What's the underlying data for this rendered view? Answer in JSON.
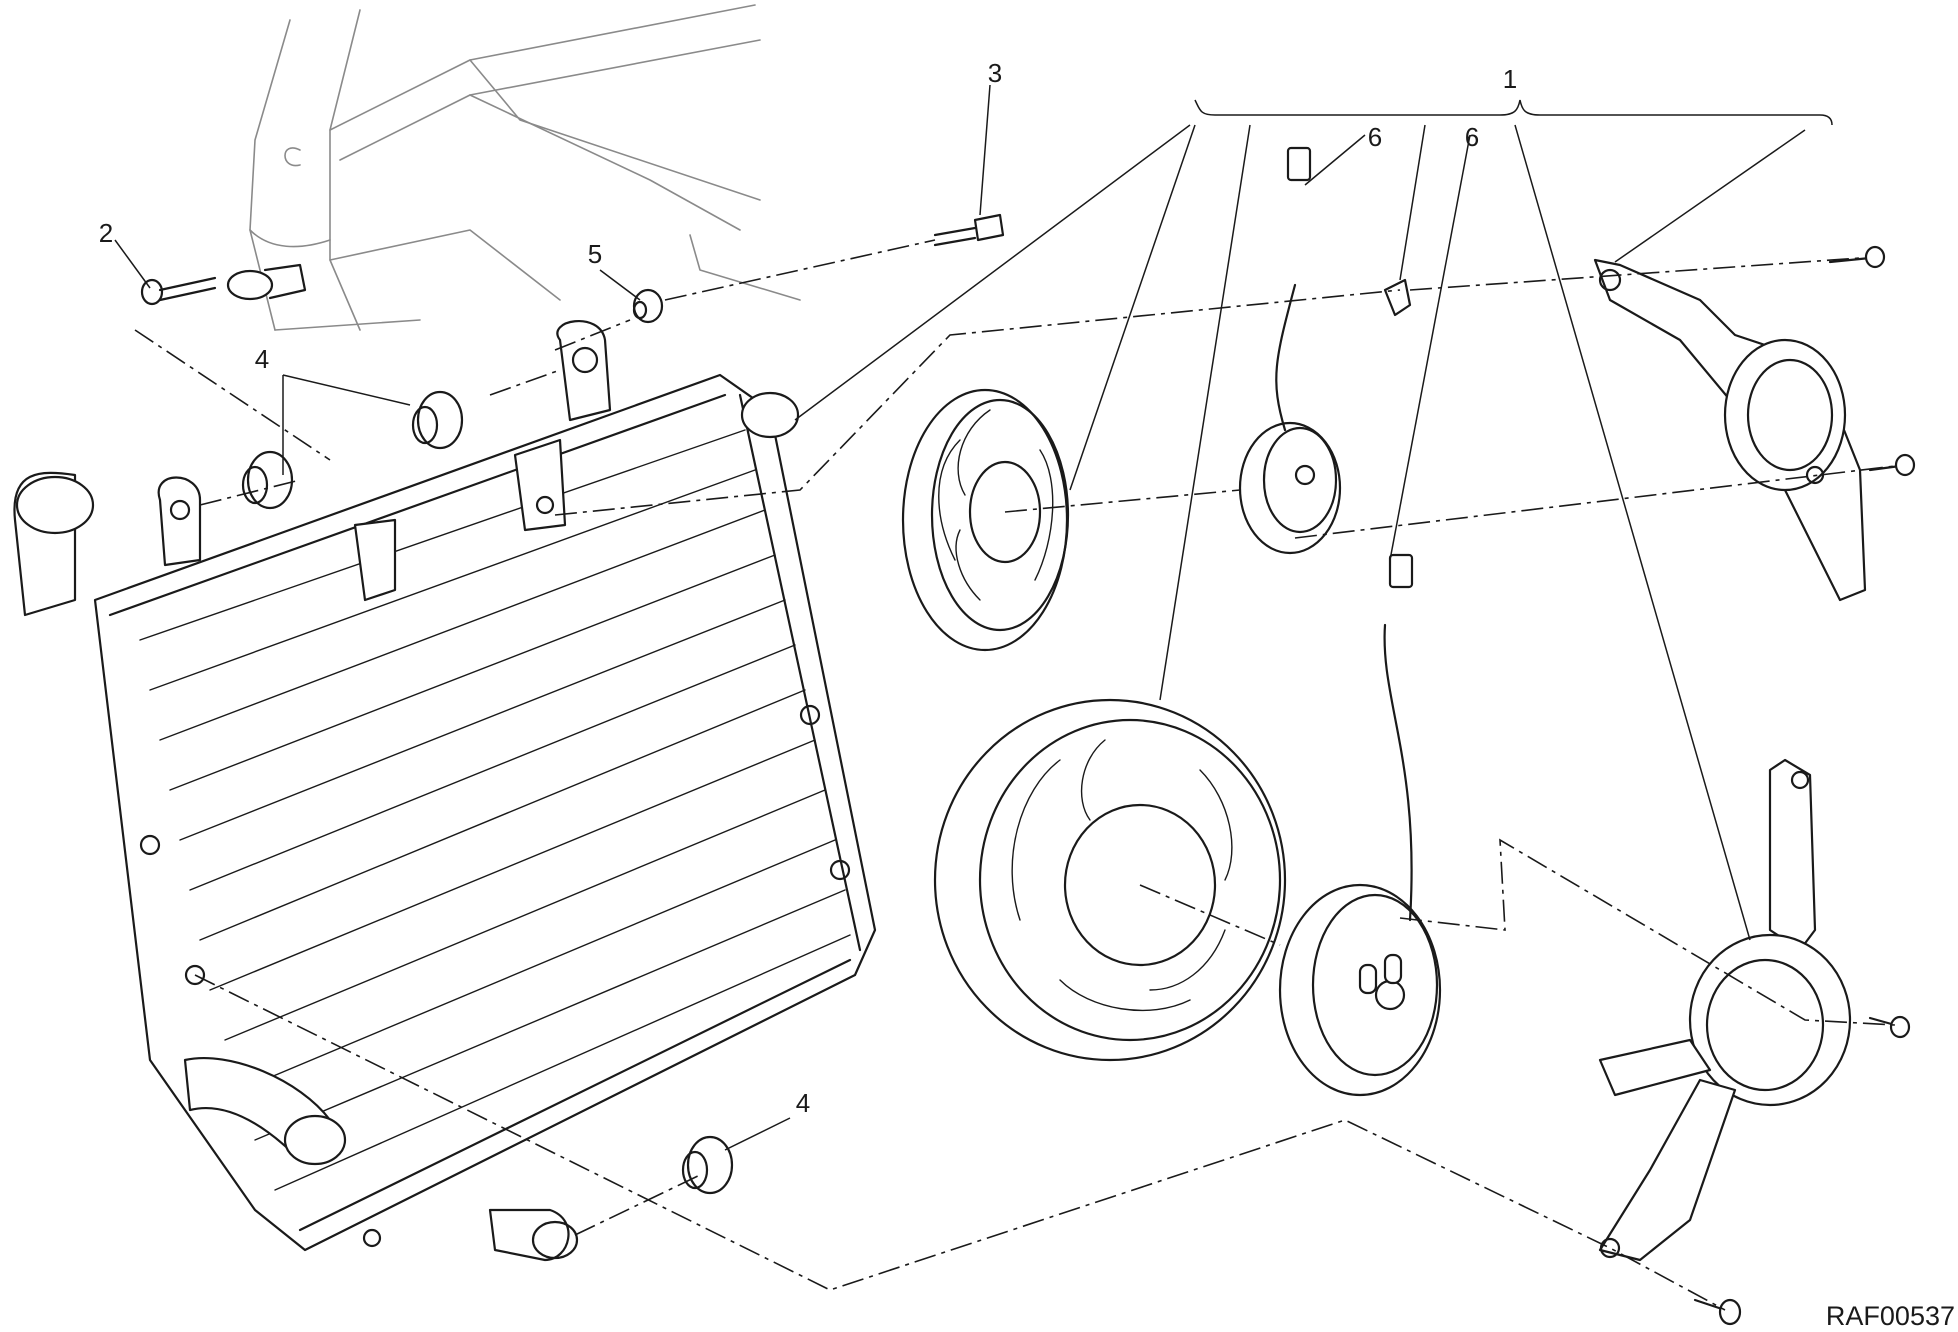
{
  "callouts": {
    "c1": "1",
    "c2": "2",
    "c3": "3",
    "c4a": "4",
    "c4b": "4",
    "c5": "5",
    "c6a": "6",
    "c6b": "6"
  },
  "drawing_code": "RAF00537"
}
